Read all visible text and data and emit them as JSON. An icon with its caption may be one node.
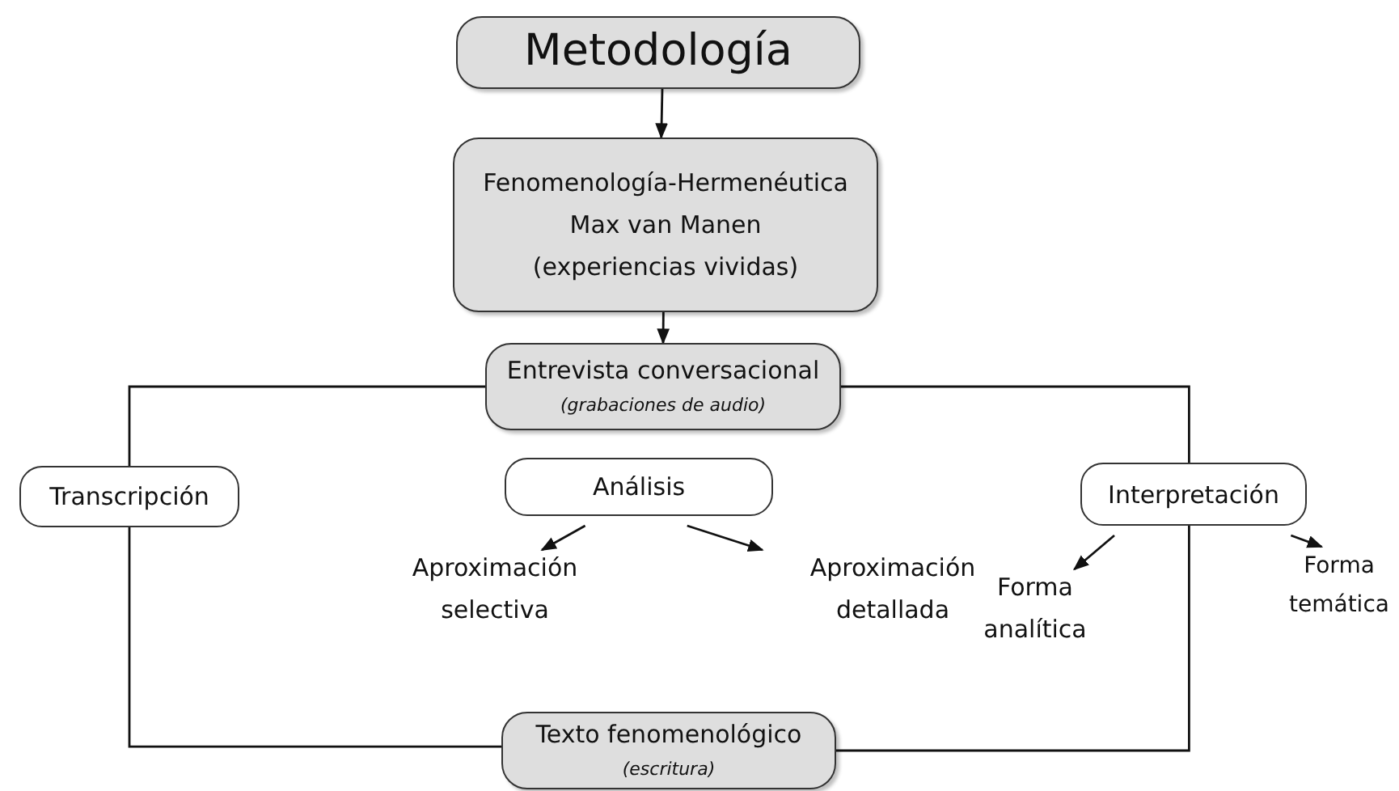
{
  "diagram": {
    "nodes": [
      {
        "text": [
          "Metodología"
        ]
      },
      {
        "text": [
          "Fenomenología-Hermenéutica",
          "Max van Manen",
          "(experiencias vividas)"
        ]
      },
      {
        "text": [
          "Entrevista conversacional",
          "(grabaciones de audio)"
        ]
      },
      {
        "text": [
          "Transcripción"
        ]
      },
      {
        "text": [
          "Análisis"
        ]
      },
      {
        "text": [
          "Interpretación"
        ]
      },
      {
        "text": [
          "Aproximación selectiva"
        ]
      },
      {
        "text": [
          "Aproximación detallada"
        ]
      },
      {
        "text": [
          "Forma analítica"
        ]
      },
      {
        "text": [
          "Forma temática"
        ]
      },
      {
        "text": [
          "Texto fenomenológico",
          "(escritura)"
        ]
      }
    ],
    "edges": [
      {
        "from": 0,
        "to": 1,
        "arrow": "to"
      },
      {
        "from": 1,
        "to": 2,
        "arrow": "to"
      },
      {
        "from": 2,
        "to": 3,
        "arrow": "none"
      },
      {
        "from": 2,
        "to": 5,
        "arrow": "none"
      },
      {
        "from": 4,
        "to": 6,
        "arrow": "to"
      },
      {
        "from": 4,
        "to": 7,
        "arrow": "to"
      },
      {
        "from": 5,
        "to": 8,
        "arrow": "to"
      },
      {
        "from": 5,
        "to": 9,
        "arrow": "to"
      },
      {
        "from": 3,
        "to": 10,
        "arrow": "none"
      },
      {
        "from": 5,
        "to": 10,
        "arrow": "none"
      }
    ]
  }
}
